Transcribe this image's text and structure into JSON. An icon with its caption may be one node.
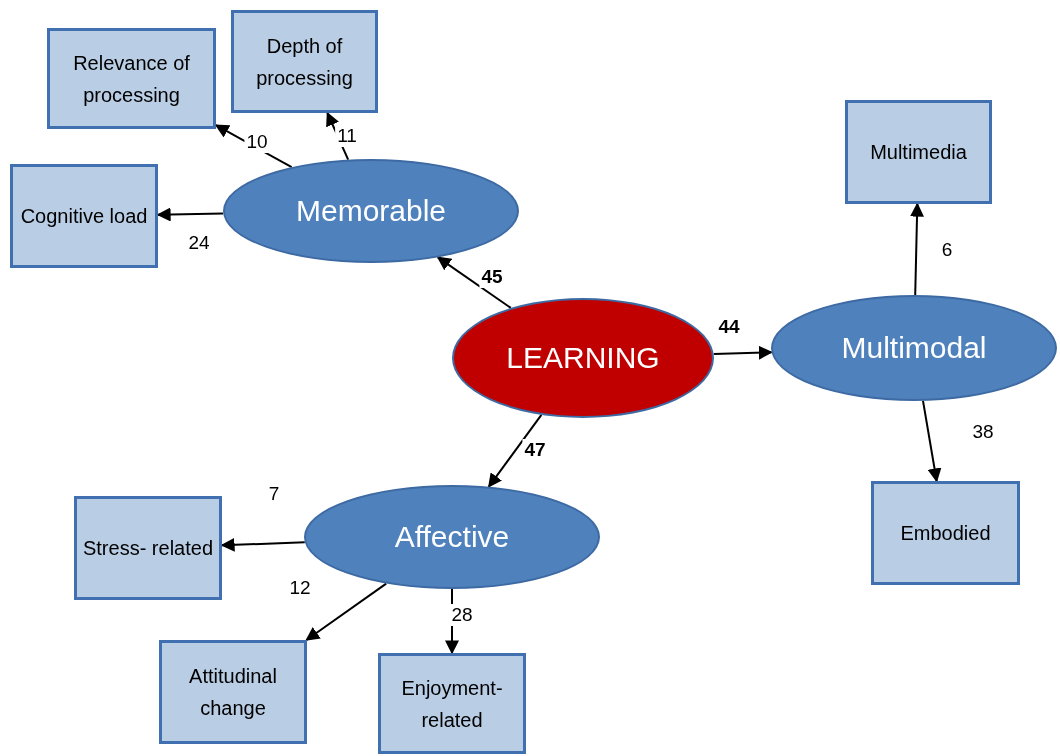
{
  "diagram": {
    "nodes": [
      {
        "text": [
          "Relevance of processing"
        ]
      },
      {
        "text": [
          "Depth of processing"
        ]
      },
      {
        "text": [
          "Cognitive load"
        ]
      },
      {
        "text": [
          "Memorable"
        ]
      },
      {
        "text": [
          "Multimedia"
        ]
      },
      {
        "text": [
          "LEARNING"
        ]
      },
      {
        "text": [
          "Multimodal"
        ]
      },
      {
        "text": [
          "Affective"
        ]
      },
      {
        "text": [
          "Embodied"
        ]
      },
      {
        "text": [
          "Stress- related"
        ]
      },
      {
        "text": [
          "Attitudinal change"
        ]
      },
      {
        "text": [
          "Enjoyment- related"
        ]
      }
    ],
    "edges": [
      {
        "from": 3,
        "to": 0,
        "arrow": "to",
        "label": "10"
      },
      {
        "from": 3,
        "to": 1,
        "arrow": "to",
        "label": "11"
      },
      {
        "from": 3,
        "to": 2,
        "arrow": "to",
        "label": "24"
      },
      {
        "from": 5,
        "to": 3,
        "arrow": "to",
        "label": "45"
      },
      {
        "from": 6,
        "to": 4,
        "arrow": "to",
        "label": "6"
      },
      {
        "from": 5,
        "to": 6,
        "arrow": "to",
        "label": "44"
      },
      {
        "from": 5,
        "to": 7,
        "arrow": "to",
        "label": "47"
      },
      {
        "from": 6,
        "to": 8,
        "arrow": "to",
        "label": "38"
      },
      {
        "from": 7,
        "to": 9,
        "arrow": "to",
        "label": "7"
      },
      {
        "from": 7,
        "to": 10,
        "arrow": "to",
        "label": "12"
      },
      {
        "from": 7,
        "to": 11,
        "arrow": "to",
        "label": "28"
      }
    ]
  }
}
